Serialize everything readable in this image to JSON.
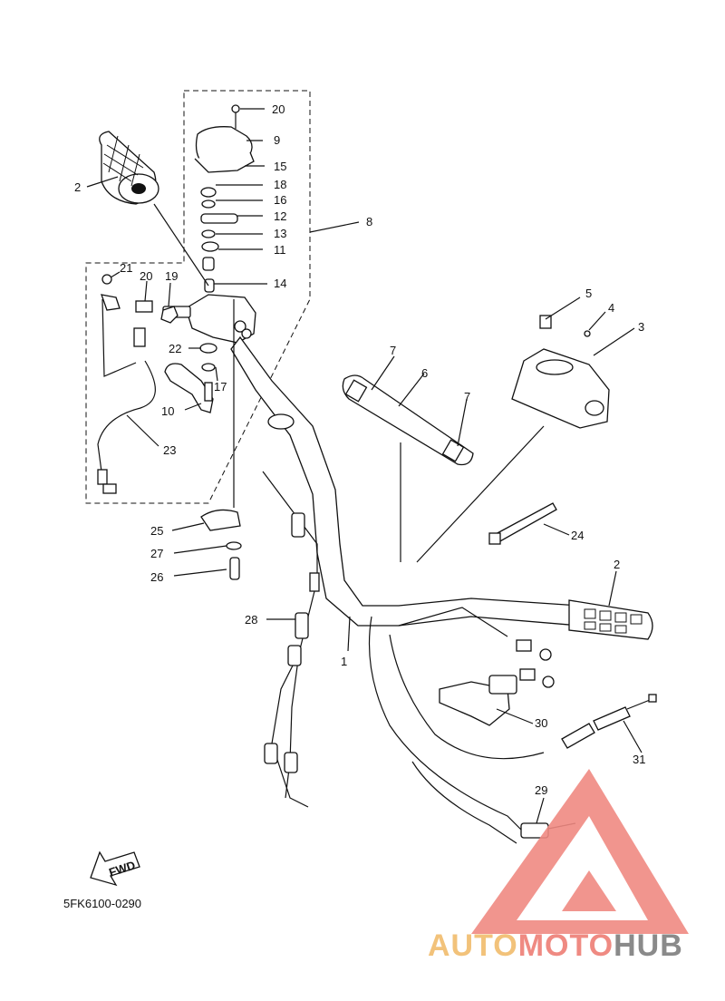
{
  "diagram_code": "5FK6100-0290",
  "fwd_label": "FWD",
  "watermark": {
    "part1": "AUTO",
    "part2": "MOTO",
    "part3": "HUB",
    "color1": "#f2c27a",
    "color2": "#ef8a82",
    "color3": "#8a8a8a",
    "logo_color": "#ef8a82"
  },
  "callouts": [
    "1",
    "2",
    "2",
    "3",
    "4",
    "5",
    "6",
    "7",
    "7",
    "8",
    "9",
    "10",
    "11",
    "12",
    "13",
    "14",
    "15",
    "16",
    "17",
    "18",
    "19",
    "20",
    "20",
    "21",
    "22",
    "23",
    "24",
    "25",
    "26",
    "27",
    "28",
    "29",
    "30",
    "31"
  ]
}
